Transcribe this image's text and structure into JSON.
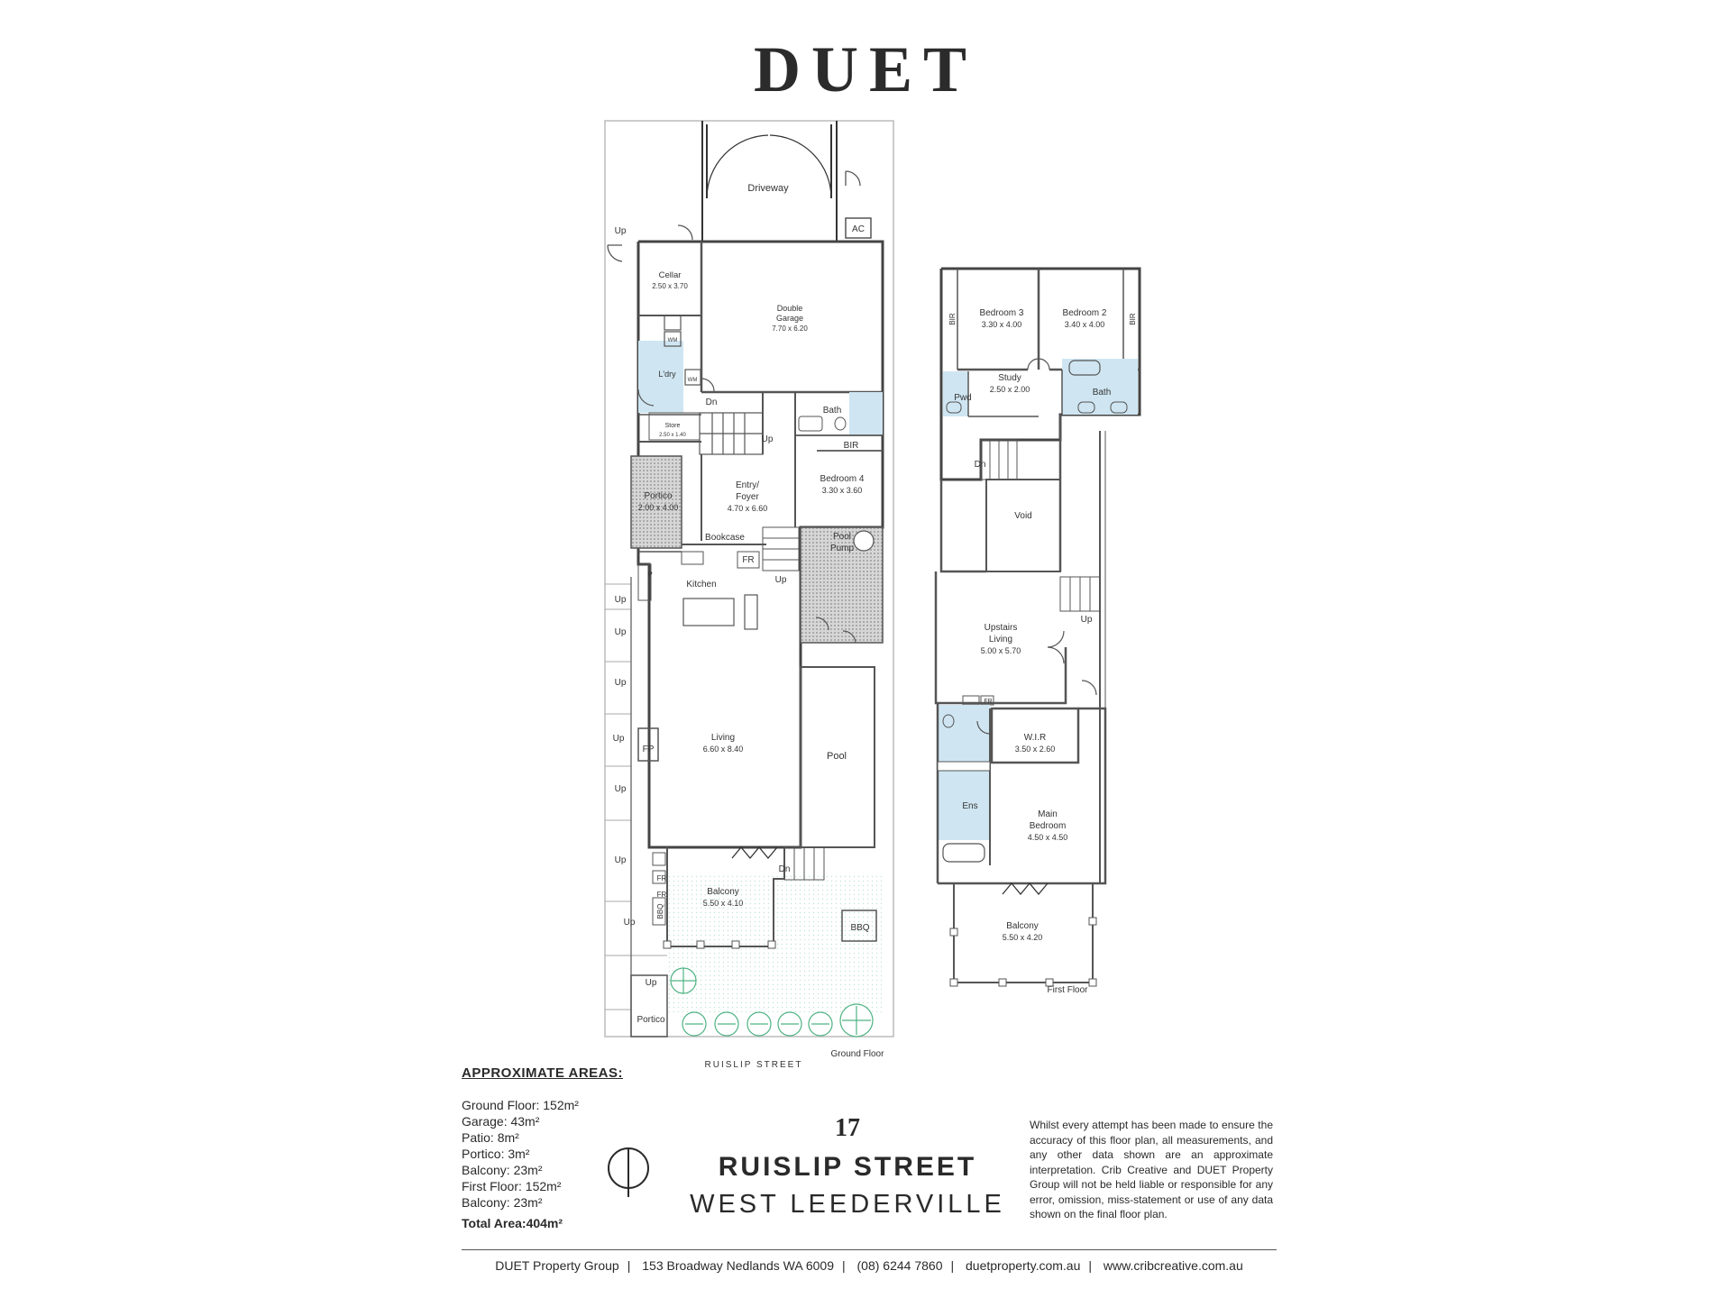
{
  "brand": "DUET",
  "ground_floor": {
    "label": "Ground Floor",
    "street_label": "RUISLIP STREET",
    "rooms": {
      "driveway": "Driveway",
      "ac": "AC",
      "up_1": "Up",
      "cellar": {
        "name": "Cellar",
        "dims": "2.50 x 3.70"
      },
      "garage": {
        "name_1": "Double",
        "name_2": "Garage",
        "dims": "7.70 x 6.20"
      },
      "laundry": "L'dry",
      "wm_1": "WM",
      "wm_2": "WM",
      "store": {
        "name": "Store",
        "dims": "2.50 x 1.40"
      },
      "dn_1": "Dn",
      "up_stair": "Up",
      "bath": "Bath",
      "bir": "BIR",
      "bedroom4": {
        "name": "Bedroom 4",
        "dims": "3.30 x 3.60"
      },
      "portico": {
        "name": "Portico",
        "dims": "2.00 x 4.00"
      },
      "entry": {
        "name_1": "Entry/",
        "name_2": "Foyer",
        "dims": "4.70 x 6.60"
      },
      "bookcase": "Bookcase",
      "fr_1": "FR",
      "pool_pump": {
        "name_1": "Pool",
        "name_2": "Pump"
      },
      "p": "P",
      "kitchen": "Kitchen",
      "up_2": "Up",
      "living": {
        "name": "Living",
        "dims": "6.60 x 8.40"
      },
      "fp": "FP",
      "pool": "Pool",
      "dn_2": "Dn",
      "fr_2": "FR",
      "fr_3": "FR",
      "bbq_1": "BBQ",
      "balcony": {
        "name": "Balcony",
        "dims": "5.50 x 4.10"
      },
      "bbq_2": "BBQ",
      "up_steps": [
        "Up",
        "Up",
        "Up",
        "Up",
        "Up",
        "Up",
        "Up"
      ],
      "up_low": "Up",
      "portico_2": "Portico"
    }
  },
  "first_floor": {
    "label": "First Floor",
    "rooms": {
      "bedroom3": {
        "name": "Bedroom 3",
        "dims": "3.30 x 4.00"
      },
      "bedroom2": {
        "name": "Bedroom 2",
        "dims": "3.40 x 4.00"
      },
      "bir_1": "BIR",
      "bir_2": "BIR",
      "study": {
        "name": "Study",
        "dims": "2.50 x 2.00"
      },
      "pwd": "Pwd",
      "bath": "Bath",
      "dn": "Dn",
      "void": "Void",
      "up": "Up",
      "living": {
        "name_1": "Upstairs",
        "name_2": "Living",
        "dims": "5.00 x 5.70"
      },
      "fr": "FR",
      "wir": {
        "name": "W.I.R",
        "dims": "3.50 x 2.60"
      },
      "ens": "Ens",
      "main": {
        "name_1": "Main",
        "name_2": "Bedroom",
        "dims": "4.50 x 4.50"
      },
      "balcony": {
        "name": "Balcony",
        "dims": "5.50 x 4.20"
      }
    }
  },
  "areas": {
    "title": "APPROXIMATE AREAS:",
    "items": [
      {
        "label": "Ground Floor:",
        "value": "152m²"
      },
      {
        "label": "Garage:",
        "value": "43m²"
      },
      {
        "label": "Patio:",
        "value": "8m²"
      },
      {
        "label": "Portico:",
        "value": "3m²"
      },
      {
        "label": "Balcony:",
        "value": "23m²"
      },
      {
        "label": "First Floor:",
        "value": "152m²"
      },
      {
        "label": "Balcony:",
        "value": "23m²"
      }
    ],
    "total_label": "Total Area:",
    "total_value": "404m²"
  },
  "address": {
    "number": "17",
    "street": "RUISLIP STREET",
    "suburb": "WEST LEEDERVILLE"
  },
  "disclaimer": "Whilst every attempt has been made to ensure the accuracy of this floor plan, all measurements, and any other data shown are an approximate interpretation. Crib Creative and DUET Property Group will not be held liable or responsible for any error, omission, miss-statement or use of any data shown on the final floor plan.",
  "footer": [
    "DUET Property Group",
    "153 Broadway Nedlands WA 6009",
    "(08) 6244 7860",
    "duetproperty.com.au",
    "www.cribcreative.com.au"
  ],
  "colors": {
    "wet": "#cfe6f2",
    "hatch": "#9a9a9a",
    "garden": "#6fc6a0",
    "wall": "#555555"
  }
}
